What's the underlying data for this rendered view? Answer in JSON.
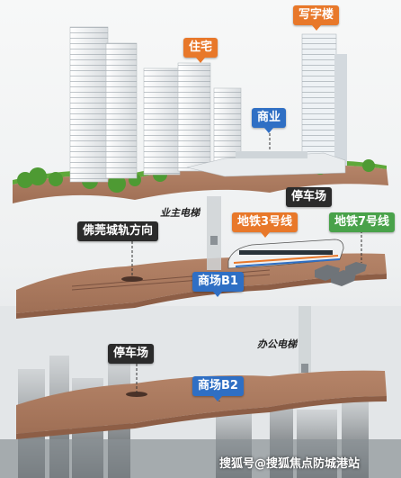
{
  "labels": {
    "office": "写字楼",
    "residential": "住宅",
    "commercial": "商业",
    "parking_top": "停车场",
    "owner_elevator": "业主电梯",
    "metro3": "地铁3号线",
    "metro7": "地铁7号线",
    "foguan": "佛莞城轨方向",
    "mall_b1": "商场B1",
    "office_elevator": "办公电梯",
    "parking_b2": "停车场",
    "mall_b2": "商场B2"
  },
  "watermark": "搜狐号@搜狐焦点防城港站",
  "colors": {
    "orange": "#e8782a",
    "blue": "#2f6fc4",
    "green": "#49a24a",
    "dark": "#2b2b2b",
    "slab": "#a9765c",
    "grass": "#5fa83a"
  }
}
